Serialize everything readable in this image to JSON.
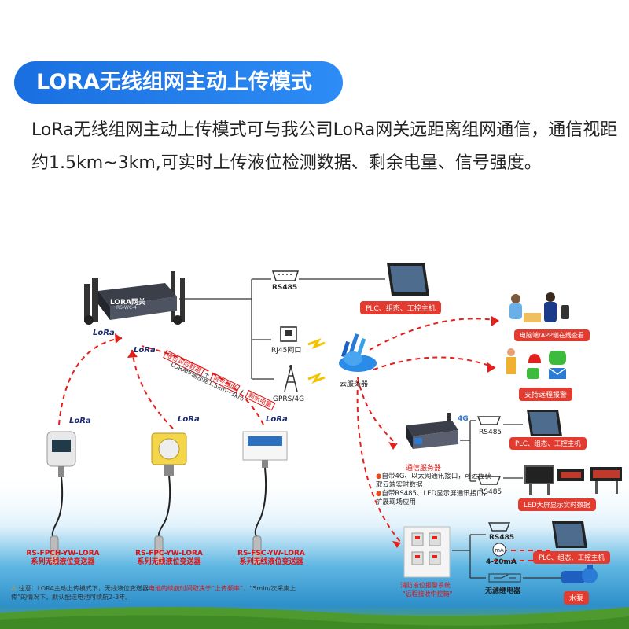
{
  "title": "LORA无线组网主动上传模式",
  "intro": "LoRa无线组网主动上传模式可与我公司LoRa网关远距离组网通信，通信视距约1.5km~3km,可实时上传液位检测数据、剩余电量、信号强度。",
  "gateway": {
    "brand": "LORA网关",
    "sub": "RS-WC-4"
  },
  "connections": {
    "rs485": "RS485",
    "rj45": "RJ45网口",
    "gprs": "GPRS/4G",
    "cloud": "云服务器"
  },
  "wireless": {
    "tag1": "液位实时数据",
    "tag2": "信号强度",
    "tag3": "剩余电量",
    "range": "LORA传输视距1.5km~3km"
  },
  "outputs": {
    "plc_top": "PLC、组态、工控主机",
    "remote_view": "电脑端/APP端在线查看",
    "remote_alarm": "支持远程报警",
    "comm_server": "通信服务器",
    "plc_mid": "PLC、组态、工控主机",
    "rs485_a": "RS485",
    "rs485_b": "RS485",
    "led": "LED大屏显示实时数据",
    "alarm_box": "消防液位报警系统",
    "alarm_box_sub": "\"远程接收中控箱\"",
    "rs485_c": "RS485",
    "current": "4-20mA",
    "relay": "无源继电器",
    "plc_bottom": "PLC、组态、工控主机",
    "pump": "水泵"
  },
  "feature_note": {
    "line1": "自带4G、以太网通讯接口，可远程获取云端实时数据",
    "line2": "自带RS485、LED显示屏通讯接口，扩展现场应用"
  },
  "sensors": [
    {
      "line1": "RS-FPCH-YW-LORA",
      "line2": "系列无线液位变送器"
    },
    {
      "line1": "RS-FPC-YW-LORA",
      "line2": "系列无线液位变送器"
    },
    {
      "line1": "RS-FSC-YW-LORA",
      "line2": "系列无线液位变送器"
    }
  ],
  "lora_logo": "LoRa",
  "note": {
    "a": "注意：LORA主动上传模式下，无线液位变送器",
    "b": "电池的续航时间取决于“上传频率”",
    "c": "，“5min/次采集上传”的情况下，默认配送电池可续航2-3年。"
  },
  "colors": {
    "accent": "#1a6fe0",
    "red": "#e23b2f",
    "dash": "#e2201c"
  }
}
